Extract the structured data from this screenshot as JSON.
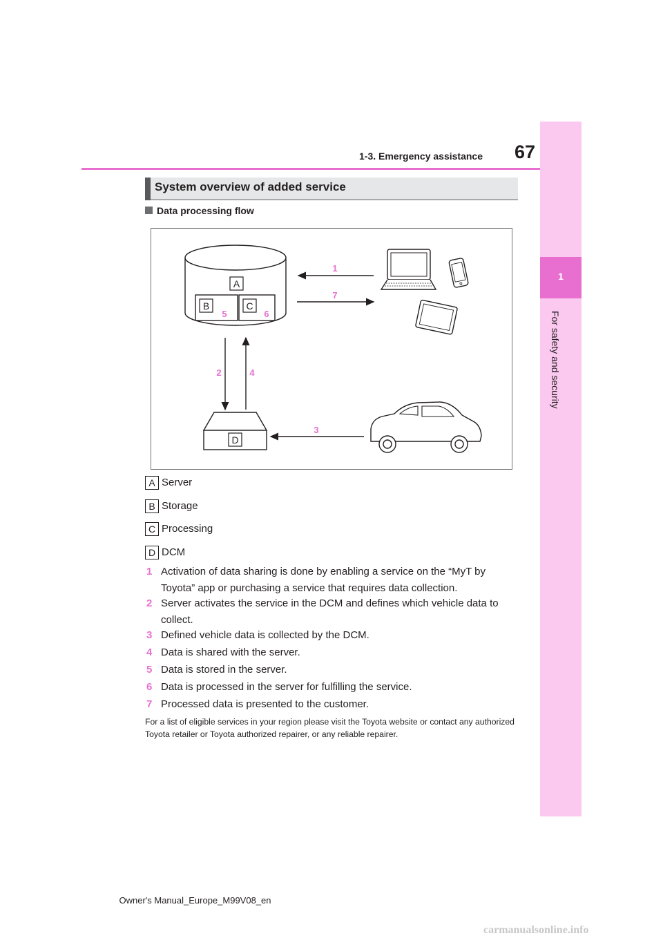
{
  "header": {
    "page_number": "67",
    "section_title": "1-3. Emergency assistance"
  },
  "side_tab": {
    "chapter_number": "1",
    "chapter_title": "For safety and security"
  },
  "heading": "System overview of added service",
  "sub_heading": "Data processing flow",
  "figure": {
    "box_labels": {
      "A": "A",
      "B": "B",
      "C": "C",
      "D": "D"
    },
    "step_numbers": [
      "1",
      "7",
      "5",
      "6",
      "2",
      "4",
      "3"
    ]
  },
  "legend": [
    {
      "key": "A",
      "text": "Server"
    },
    {
      "key": "B",
      "text": "Storage"
    },
    {
      "key": "C",
      "text": "Processing"
    },
    {
      "key": "D",
      "text": "DCM"
    }
  ],
  "steps": [
    {
      "num": "1",
      "text": "Activation of data sharing is done by enabling a service on the “MyT by Toyota” app or purchasing a service that requires data collection."
    },
    {
      "num": "2",
      "text": "Server activates the service in the DCM and defines which vehicle data to collect."
    },
    {
      "num": "3",
      "text": "Defined vehicle data is collected by the DCM."
    },
    {
      "num": "4",
      "text": "Data is shared with the server."
    },
    {
      "num": "5",
      "text": "Data is stored in the server."
    },
    {
      "num": "6",
      "text": "Data is processed in the server for fulfilling the service."
    },
    {
      "num": "7",
      "text": "Processed data is presented to the customer."
    }
  ],
  "note": "For a list of eligible services in your region please visit the Toyota website or contact any authorized Toyota retailer or Toyota authorized repairer, or any reliable repairer.",
  "footer": "Owner's Manual_Europe_M99V08_en",
  "watermark": "carmanualsonline.info",
  "colors": {
    "accent": "#e86fd0",
    "side_tab": "#fbc8ef"
  }
}
